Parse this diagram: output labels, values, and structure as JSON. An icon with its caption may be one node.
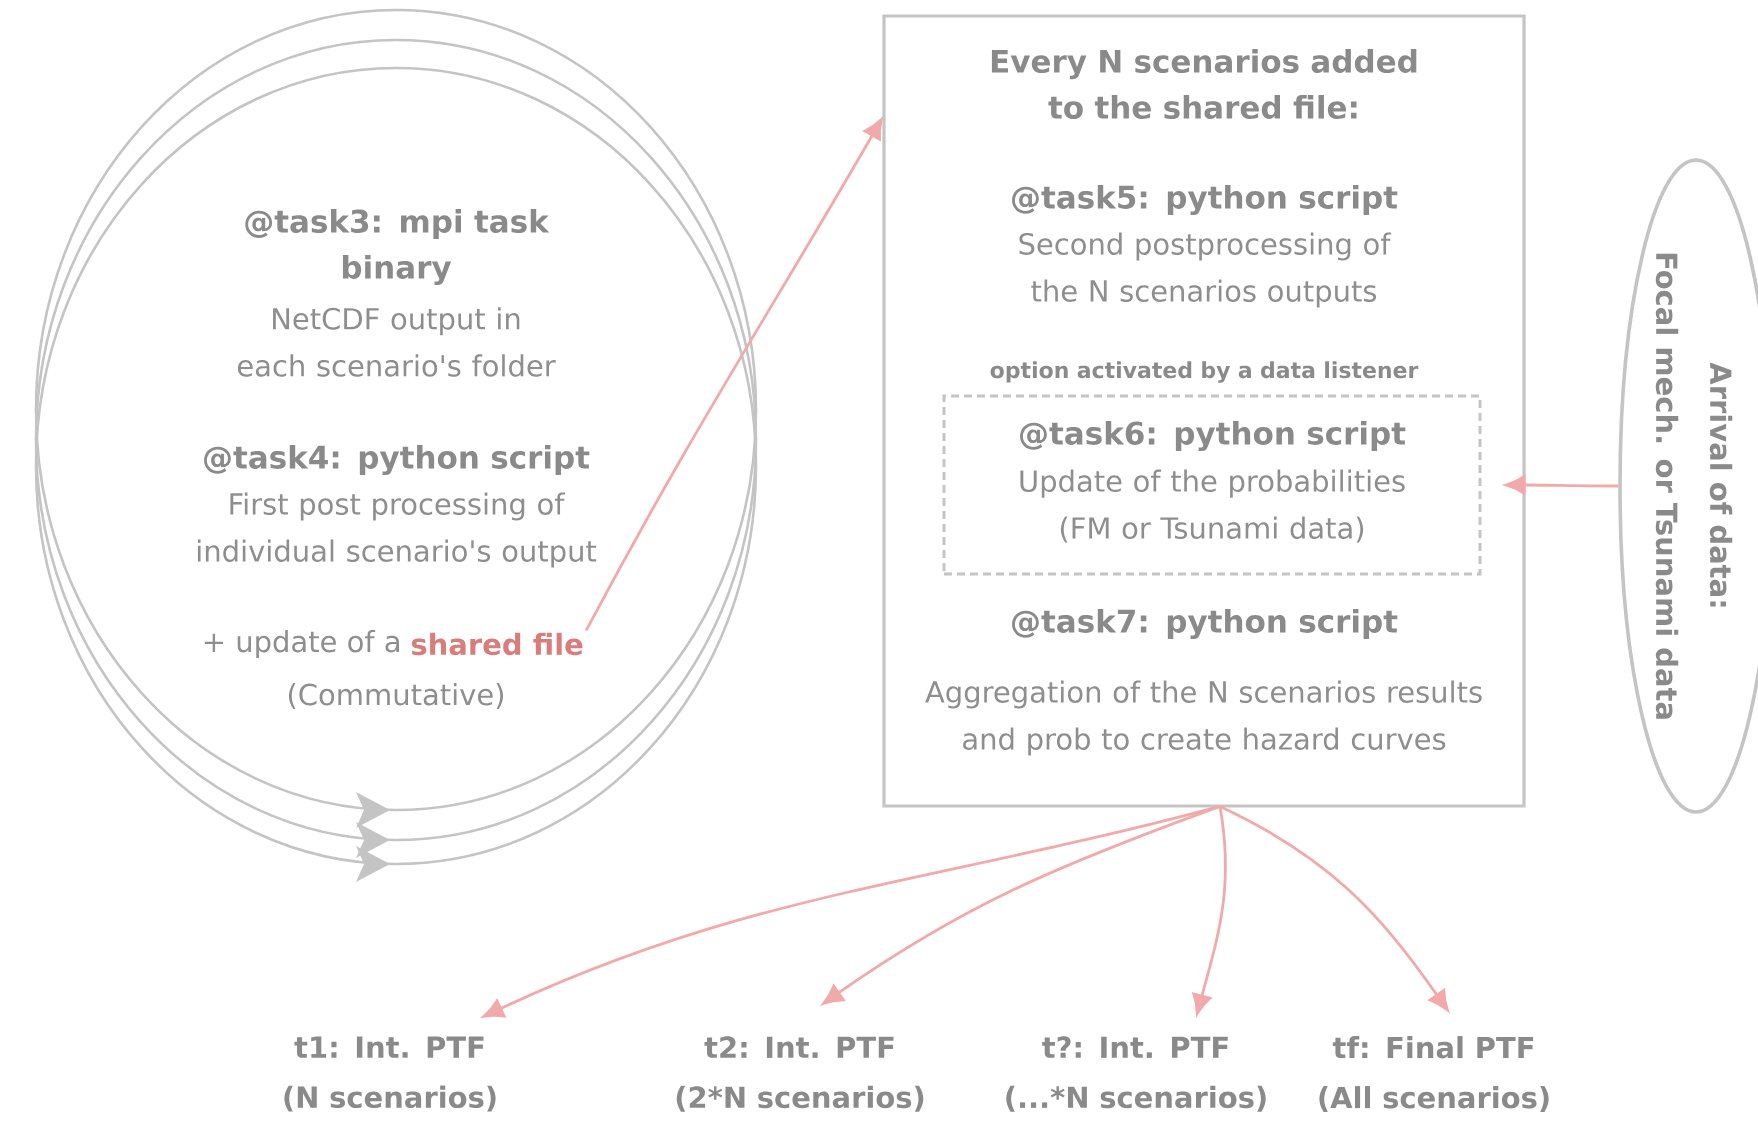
{
  "diagram": {
    "nodes": [
      {
        "text": [
          "@task3: mpi task",
          "binary",
          "NetCDF output in each scenario's folder",
          "@task4: python script",
          "First post processing of individual scenario's output",
          "+ update of a",
          "(Commutative)"
        ]
      },
      {
        "text": [
          "shared file"
        ],
        "in": 0
      },
      {
        "text": [
          "Every N scenarios added to the shared file:",
          "@task5: python script",
          "Second postprocessing of the N scenarios outputs",
          "option activated by a data listener",
          "@task7: python script",
          "Aggregation of the N scenarios results and prob to create hazard curves"
        ]
      },
      {
        "text": [
          "@task6: python script",
          "Update of the probabilities (FM or Tsunami data)"
        ],
        "in": 2
      },
      {
        "text": [
          "Arrival  of data:",
          "Focal mech. or Tsunami data"
        ]
      },
      {
        "text": [
          "t1: Int. PTF (N scenarios)"
        ]
      },
      {
        "text": [
          "t2: Int. PTF (2*N scenarios)"
        ]
      },
      {
        "text": [
          "t?: Int. PTF (...*N scenarios)"
        ]
      },
      {
        "text": [
          "tf: Final PTF (All scenarios)"
        ]
      }
    ],
    "edges": [
      {
        "from": 1,
        "to": 2,
        "arrow": "to"
      },
      {
        "from": 4,
        "to": 3,
        "arrow": "to"
      },
      {
        "from": 2,
        "to": 5,
        "arrow": "to"
      },
      {
        "from": 2,
        "to": 6,
        "arrow": "to"
      },
      {
        "from": 2,
        "to": 7,
        "arrow": "to"
      },
      {
        "from": 2,
        "to": 8,
        "arrow": "to"
      }
    ]
  }
}
